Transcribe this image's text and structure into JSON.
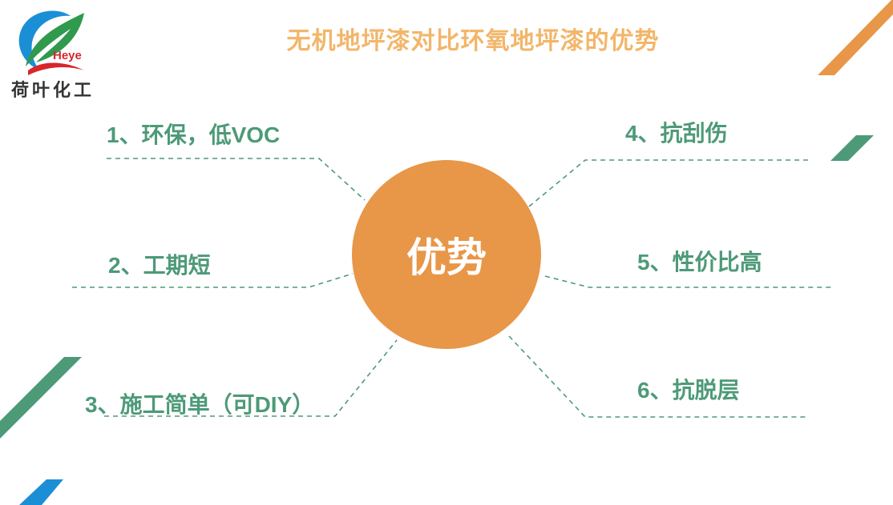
{
  "logo": {
    "brand": "Heye",
    "name": "荷叶化工"
  },
  "title": "无机地坪漆对比环氧地坪漆的优势",
  "center_label": "优势",
  "items": [
    {
      "label": "1、环保，低VOC"
    },
    {
      "label": "2、工期短"
    },
    {
      "label": "3、施工简单（可DIY）"
    },
    {
      "label": "4、抗刮伤"
    },
    {
      "label": "5、性价比高"
    },
    {
      "label": "6、抗脱层"
    }
  ],
  "colors": {
    "green": "#4d9a78",
    "orange": "#e89648",
    "title": "#f2b66a",
    "blue": "#1b8fd6"
  }
}
